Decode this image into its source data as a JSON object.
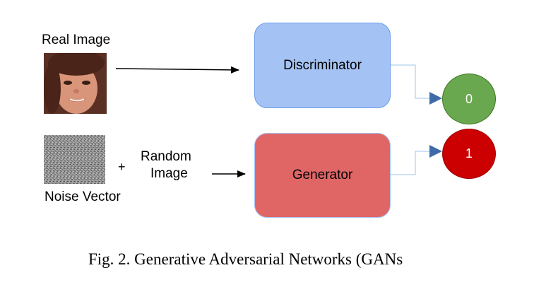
{
  "labels": {
    "real_image": "Real Image",
    "noise_vector": "Noise Vector",
    "plus": "+",
    "random_image_line1": "Random",
    "random_image_line2": "Image"
  },
  "nodes": {
    "discriminator": {
      "label": "Discriminator",
      "color": "#a4c2f4",
      "border": "#6d9eeb"
    },
    "generator": {
      "label": "Generator",
      "color": "#e06666",
      "border": "#a4c2f4"
    },
    "output_fake": {
      "label": "0",
      "color": "#6aa84f",
      "border": "#38761d"
    },
    "output_real": {
      "label": "1",
      "color": "#cc0000",
      "border": "#990000"
    }
  },
  "images": {
    "real_image": "face-photo",
    "noise_vector": "noise-texture"
  },
  "colors": {
    "arrow_black": "#000000",
    "connector_blue": "#9fc5e8",
    "arrowhead_blue": "#3d6ba8"
  },
  "caption": "Fig. 2.  Generative Adversarial Networks (GANs"
}
